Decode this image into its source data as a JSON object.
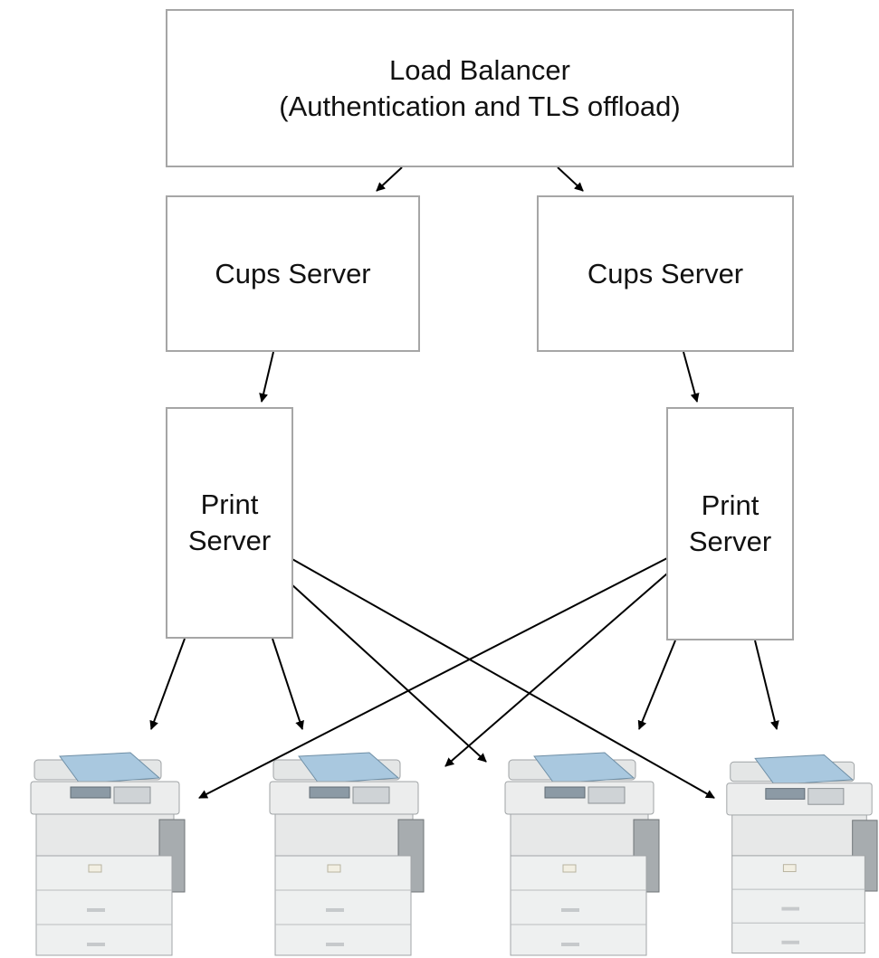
{
  "load_balancer": {
    "line1": "Load Balancer",
    "line2": "(Authentication and TLS offload)"
  },
  "cups_servers": [
    {
      "label": "Cups Server"
    },
    {
      "label": "Cups Server"
    }
  ],
  "print_servers": [
    {
      "line1": "Print",
      "line2": "Server"
    },
    {
      "line1": "Print",
      "line2": "Server"
    }
  ],
  "printers": [
    {
      "icon": "multifunction-printer-icon"
    },
    {
      "icon": "multifunction-printer-icon"
    },
    {
      "icon": "multifunction-printer-icon"
    },
    {
      "icon": "multifunction-printer-icon"
    }
  ],
  "colors": {
    "box_border": "#a6a6a6",
    "arrow": "#000000",
    "printer_body": "#e9eaea",
    "printer_tray": "#a9c8df"
  }
}
